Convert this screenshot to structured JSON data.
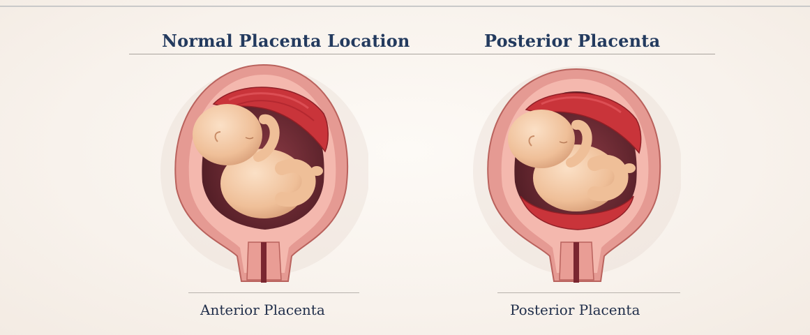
{
  "headings": {
    "left": "Normal Placenta Location",
    "right": "Posterior Placenta"
  },
  "captions": {
    "left": "Anterior Placenta",
    "right": "Posterior Placenta"
  },
  "colors": {
    "heading": "#233a5e",
    "caption": "#1f2d49",
    "uterine_wall": "#e59a93",
    "placenta": "#c9343a",
    "amniotic_cavity": "#6e2a33",
    "fetus_skin": "#f1c6a2",
    "background": "#f8f2ec"
  },
  "figures": [
    {
      "placenta_position": "anterior-top"
    },
    {
      "placenta_position": "posterior-top-and-bottom"
    }
  ]
}
